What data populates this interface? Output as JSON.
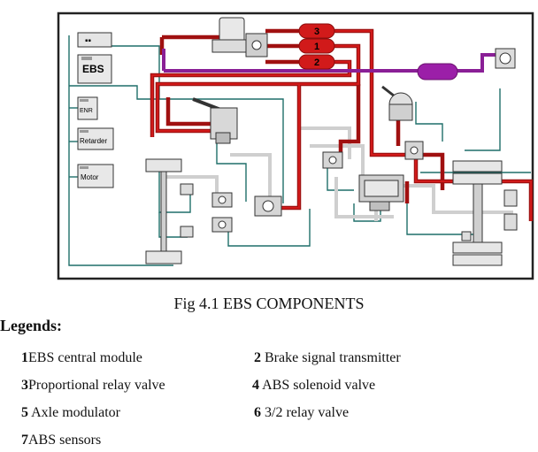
{
  "diagram": {
    "modules": [
      "EBS",
      "ENR",
      "Retarder",
      "Motor"
    ],
    "circuit_numbers": [
      "3",
      "1",
      "2"
    ],
    "colors": {
      "pressure_line": "#a01010",
      "pressure_fill": "#d11a1a",
      "signal_line": "#1f6f6a",
      "trailer_line": "#8a1f96",
      "air_line": "#cfcfcf"
    }
  },
  "caption": "Fig 4.1 EBS COMPONENTS",
  "legend": {
    "title": "Legends:",
    "items": [
      {
        "num": "1",
        "text": "EBS central module"
      },
      {
        "num": "2",
        "text": " Brake signal transmitter"
      },
      {
        "num": "3",
        "text": "Proportional relay valve"
      },
      {
        "num": "4",
        "text": " ABS solenoid valve"
      },
      {
        "num": "5",
        "text": " Axle modulator"
      },
      {
        "num": "6",
        "text": " 3/2 relay valve"
      },
      {
        "num": "7",
        "text": "ABS sensors"
      }
    ]
  }
}
